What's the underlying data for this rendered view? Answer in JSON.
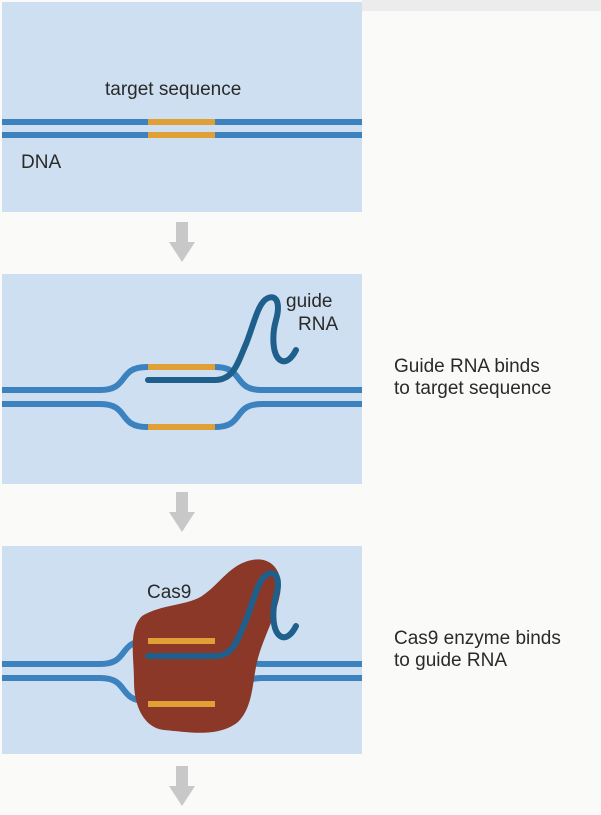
{
  "panel1": {
    "target_label": "target sequence",
    "dna_label": "DNA"
  },
  "panel2": {
    "guide_label_line1": "guide",
    "guide_label_line2": "RNA"
  },
  "panel3": {
    "cas9_label": "Cas9"
  },
  "captions": {
    "step2_line1": "Guide RNA binds",
    "step2_line2": "to target sequence",
    "step3_line1": "Cas9 enzyme binds",
    "step3_line2": "to guide RNA"
  },
  "colors": {
    "panel_bg": "#cddff0",
    "dna_strand": "#3b82be",
    "target_sequence": "#e0a035",
    "guide_rna": "#1f5f8b",
    "cas9_enzyme": "#8b3828",
    "arrow": "#c8c8c8"
  }
}
